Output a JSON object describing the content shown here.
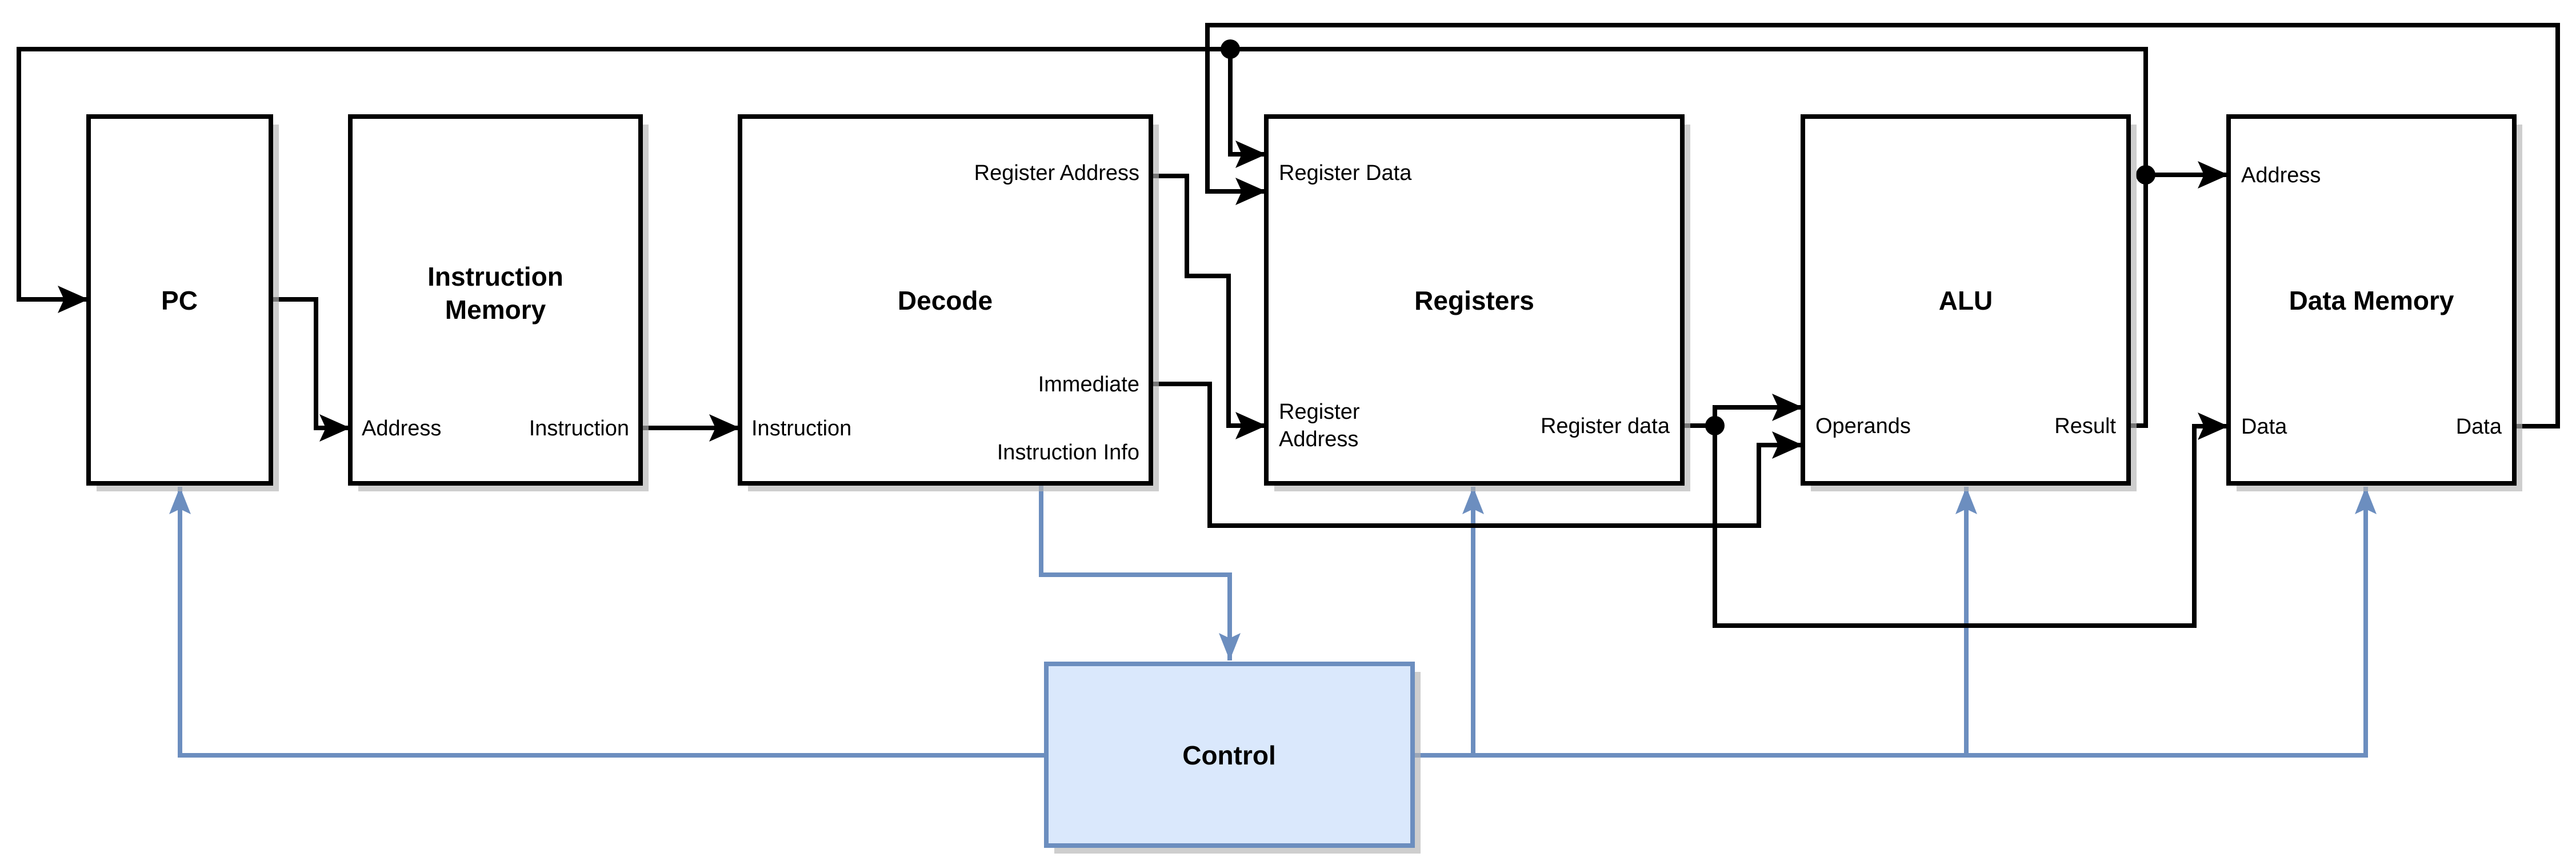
{
  "colors": {
    "page_bg": "#ffffff",
    "box_fill": "#ffffff",
    "box_border": "#000000",
    "wire_black": "#000000",
    "control_blue": "#6c8ebf",
    "control_fill": "#dae8fc",
    "shadow": "#b3b3b3",
    "text": "#000000"
  },
  "blocks": {
    "pc": {
      "title": "PC"
    },
    "instruction_memory": {
      "title_lines": [
        "Instruction",
        "Memory"
      ],
      "ports": {
        "address": "Address",
        "instruction": "Instruction"
      }
    },
    "decode": {
      "title": "Decode",
      "ports": {
        "instruction": "Instruction",
        "register_address": "Register Address",
        "immediate": "Immediate",
        "instruction_info": "Instruction Info"
      }
    },
    "registers": {
      "title": "Registers",
      "ports": {
        "register_data_in": "Register Data",
        "register_address_lines": [
          "Register",
          "Address"
        ],
        "register_data_out": "Register data"
      }
    },
    "alu": {
      "title": "ALU",
      "ports": {
        "operands": "Operands",
        "result": "Result"
      }
    },
    "data_memory": {
      "title": "Data Memory",
      "ports": {
        "address": "Address",
        "data_in": "Data",
        "data_out": "Data"
      }
    },
    "control": {
      "title": "Control"
    }
  }
}
